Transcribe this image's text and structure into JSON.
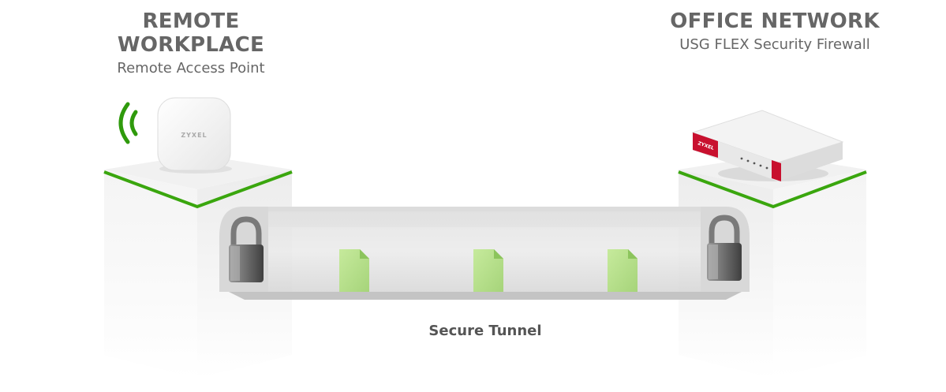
{
  "remote": {
    "title": "REMOTE WORKPLACE",
    "subtitle": "Remote Access Point",
    "device_brand": "ZYXEL"
  },
  "office": {
    "title": "OFFICE NETWORK",
    "subtitle": "USG FLEX Security Firewall",
    "device_brand": "ZYXEL"
  },
  "tunnel": {
    "label": "Secure Tunnel"
  },
  "colors": {
    "accent_green": "#3aa60e",
    "file_green": "#b6e08a",
    "brand_red": "#c8102e",
    "text_gray": "#666666"
  }
}
